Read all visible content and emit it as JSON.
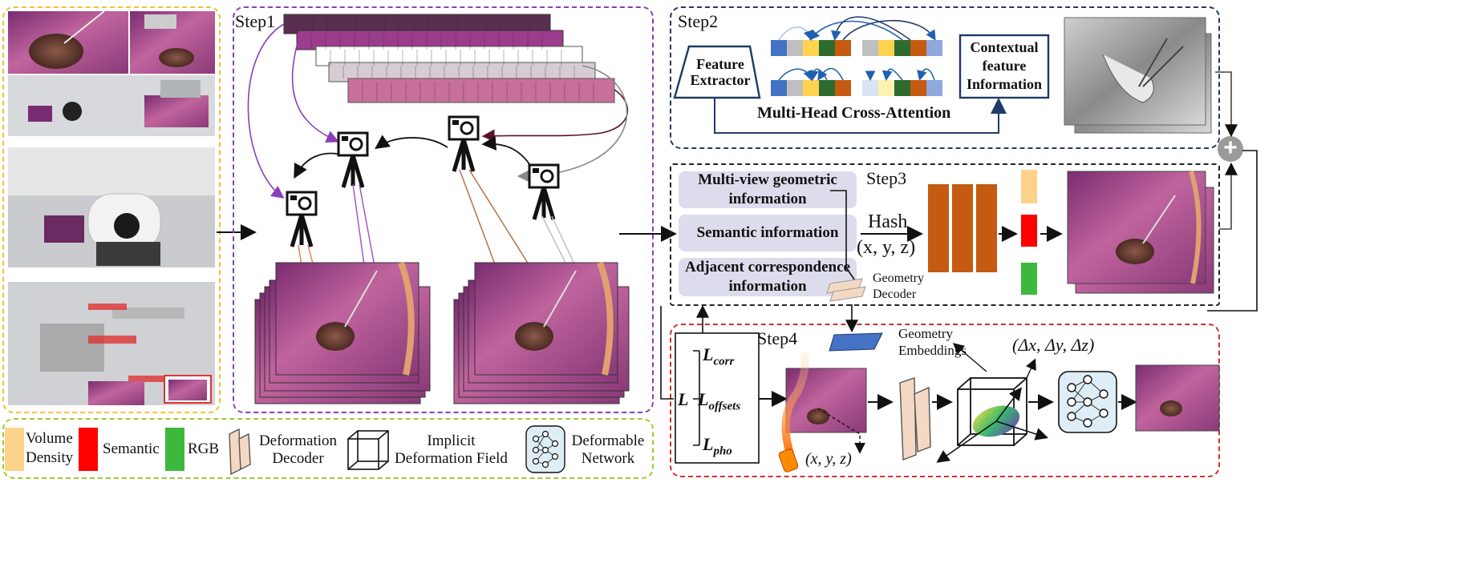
{
  "colors": {
    "yellow_border": "#f2c12e",
    "purple_border": "#8a3fb8",
    "navy_border": "#1f3a68",
    "black_border": "#222222",
    "red_border": "#d32f2f",
    "green_border": "#9acd32",
    "volume_density": "#fdd38c",
    "semantic": "#ff0000",
    "rgb": "#3cb93c",
    "mlp_orange": "#c55a11",
    "embedding_blue": "#4472c4",
    "surgical_purple": "#a8508f"
  },
  "step1": {
    "label": "Step1"
  },
  "step2": {
    "label": "Step2",
    "feature_extractor": "Feature Extractor",
    "contextual_info": "Contextual feature Information",
    "attention_title": "Multi-Head Cross-Attention"
  },
  "step3": {
    "label": "Step3",
    "info_boxes": [
      "Multi-view geometric information",
      "Semantic information",
      "Adjacent correspondence information"
    ],
    "hash_label": "Hash",
    "xyz_label": "(x, y, z)",
    "geometry_decoder": "Geometry Decoder"
  },
  "step4": {
    "label": "Step4",
    "geometry_embeddings": "Geometry Embeddings",
    "delta_label": "(Δx, Δy, Δz)",
    "xyz_label": "(x, y, z)",
    "loss_main": "L",
    "loss_terms": [
      "corr",
      "offsets",
      "pho"
    ]
  },
  "legend": {
    "volume_density": "Volume Density",
    "semantic": "Semantic",
    "rgb": "RGB",
    "deformation_decoder": "Deformation Decoder",
    "implicit_field": "Implicit Deformation Field",
    "deformable_network": "Deformable Network"
  },
  "plus_symbol": "+"
}
